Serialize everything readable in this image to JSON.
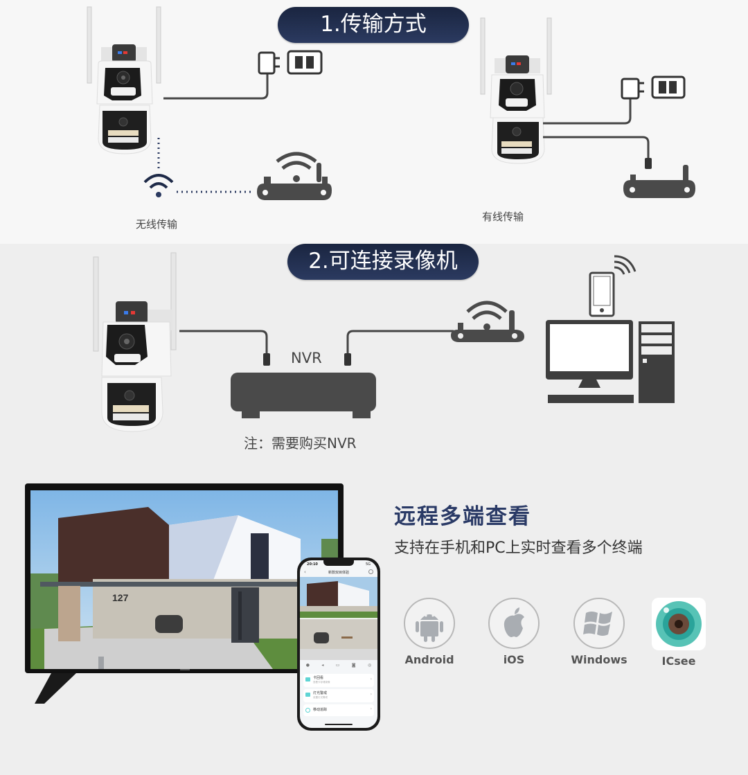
{
  "section1": {
    "title": "1.传输方式",
    "wireless_label": "无线传输",
    "wired_label": "有线传输"
  },
  "section2": {
    "title": "2.可连接录像机",
    "nvr_label": "NVR",
    "note": "注：需要购买NVR"
  },
  "section3": {
    "heading": "远程多端查看",
    "subheading": "支持在手机和PC上实时查看多个终端",
    "tv_house_number": "127",
    "phone": {
      "time": "20:10",
      "status": "5G",
      "screen_title": "新款双目体验",
      "menu_items": [
        {
          "label": "卡回看",
          "sub": "查看卡存储录像"
        },
        {
          "label": "灯光警戒",
          "sub": "设置灯光警戒"
        },
        {
          "label": "移动追踪",
          "sub": ""
        }
      ]
    },
    "platforms": [
      {
        "name": "Android",
        "icon": "android-icon"
      },
      {
        "name": "iOS",
        "icon": "apple-icon"
      },
      {
        "name": "Windows",
        "icon": "windows-icon"
      },
      {
        "name": "ICsee",
        "icon": "icsee-app-icon"
      }
    ]
  },
  "colors": {
    "pill_bg": "#1f2b4a",
    "heading": "#2a3a66",
    "device_gray": "#4a4a4a",
    "wifi_dot": "#2b3a60",
    "icsee_teal": "#4dbfb0"
  }
}
